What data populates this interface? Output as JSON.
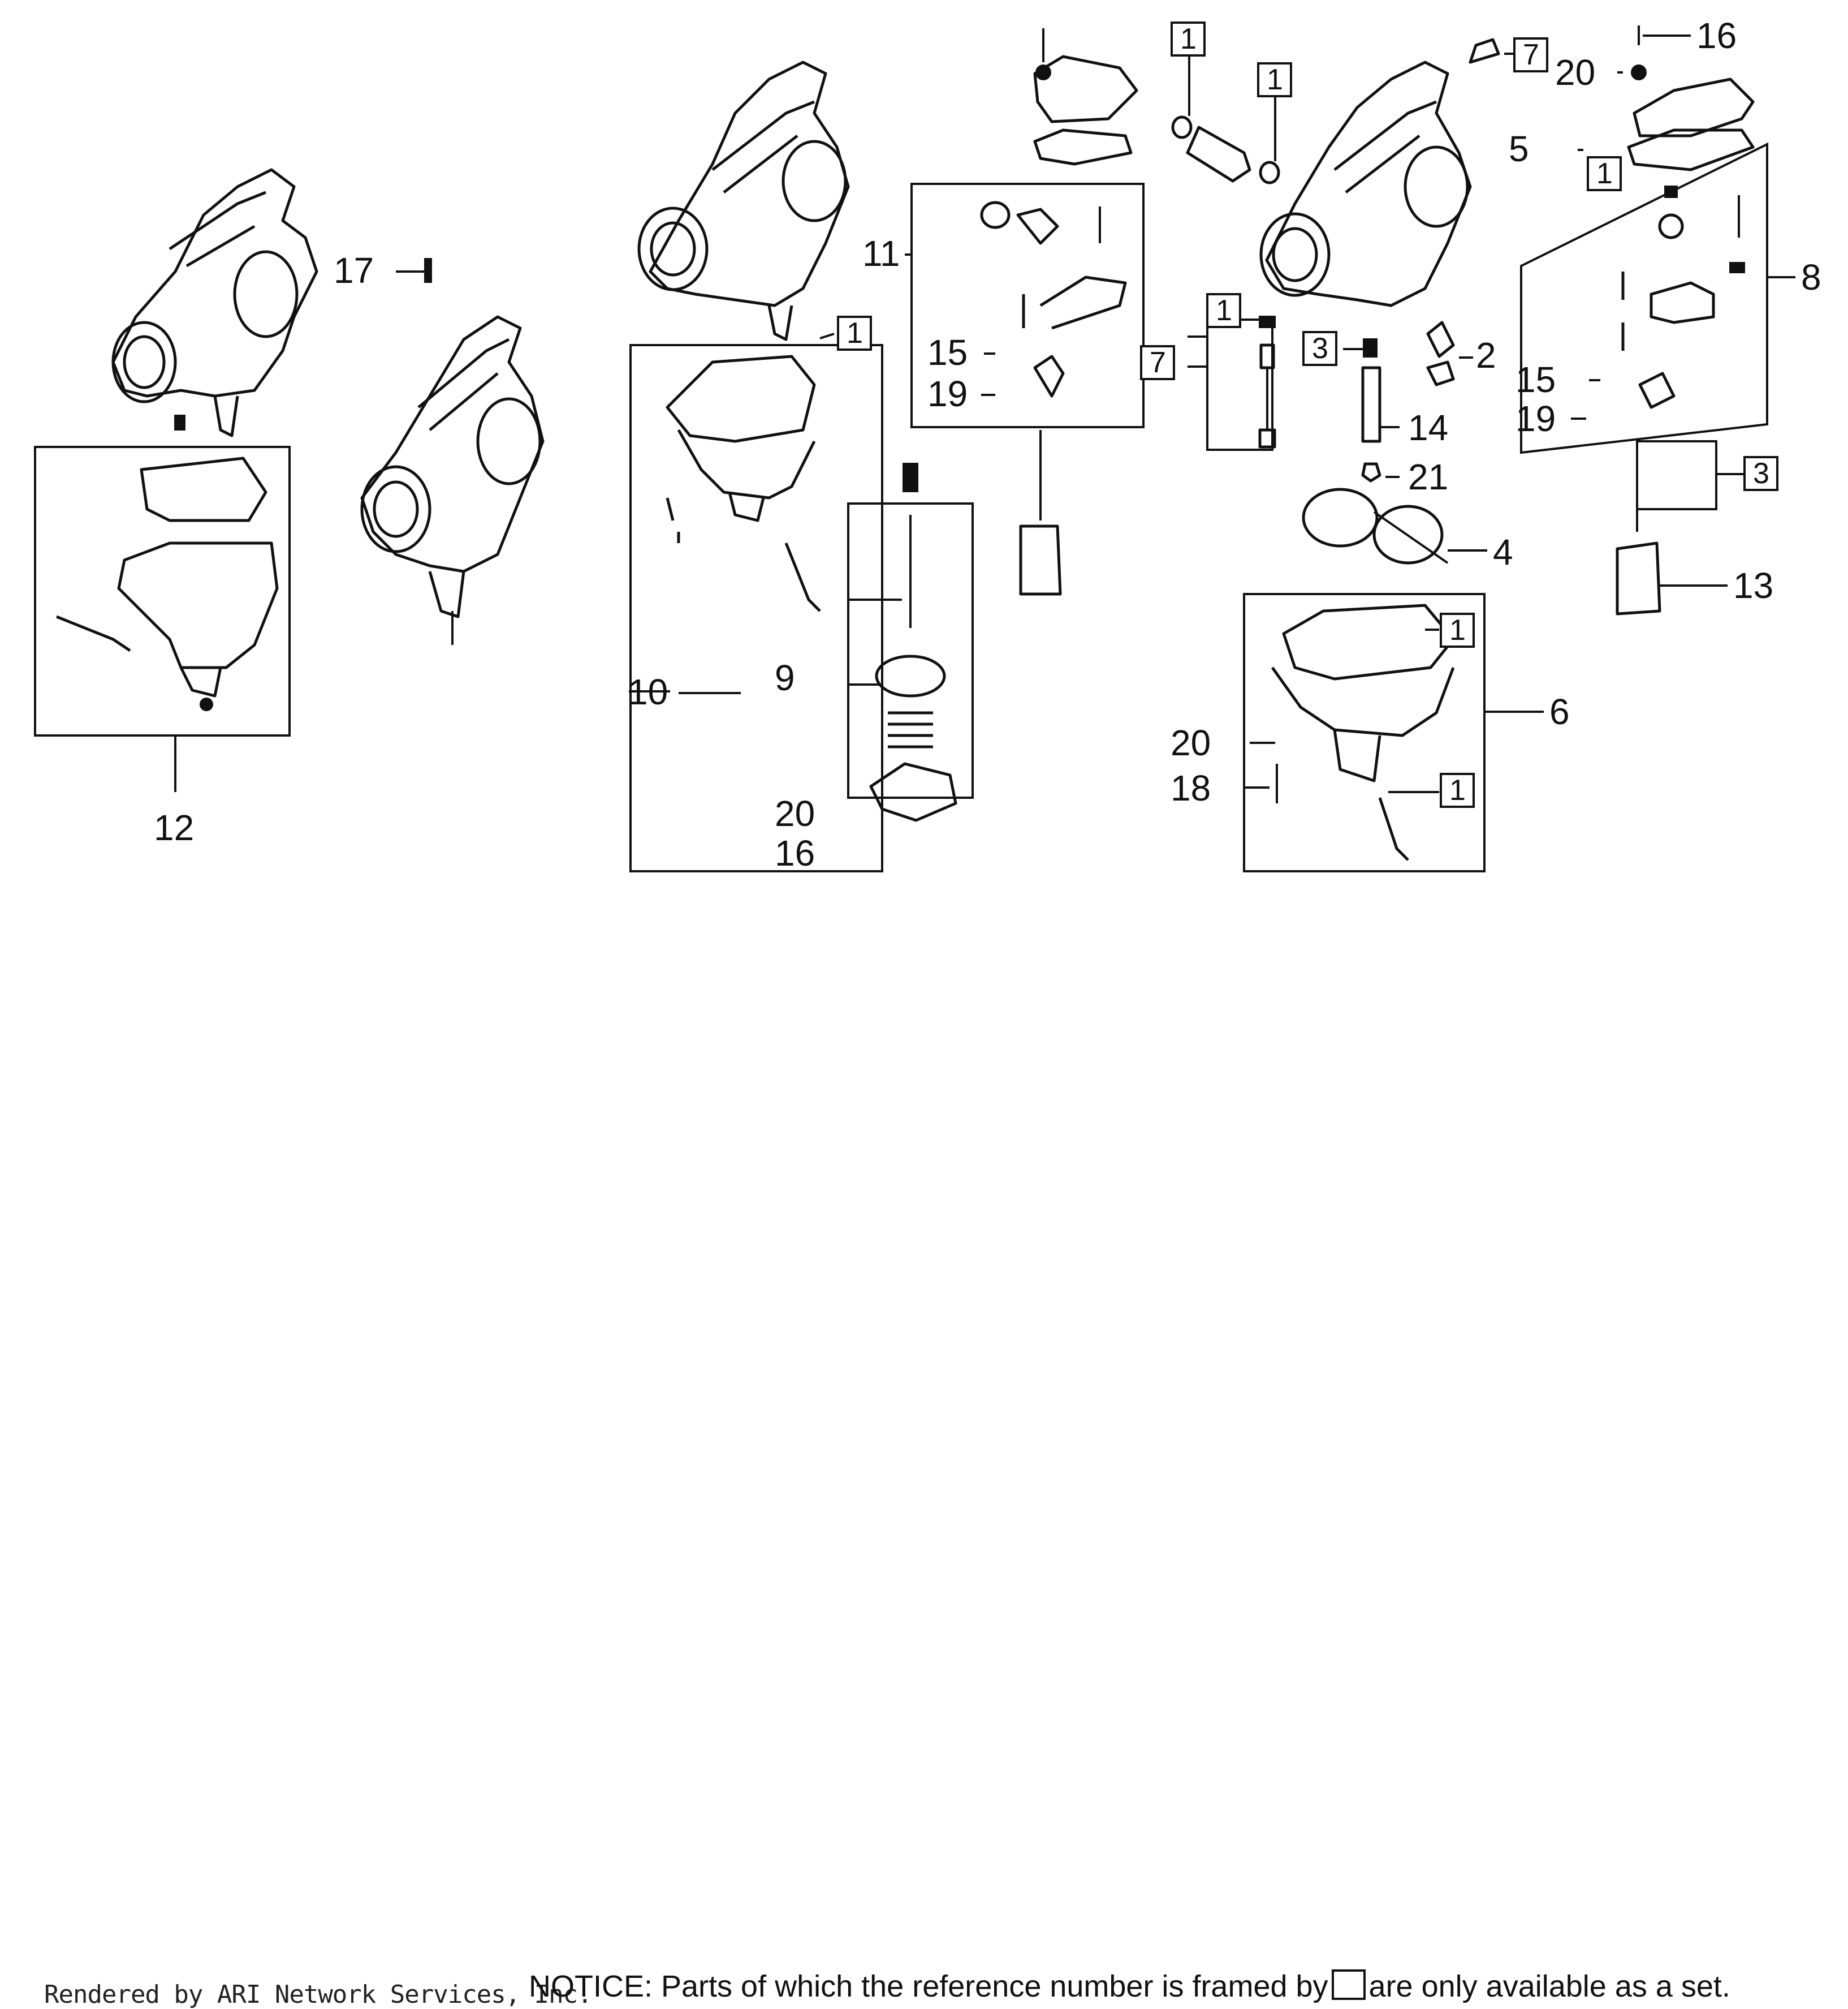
{
  "diagram": {
    "labels": {
      "l1a": "1",
      "l1b": "1",
      "l1c": "1",
      "l1d": "1",
      "l1e": "1",
      "l1f": "1",
      "l1g": "1",
      "l2": "2",
      "l3a": "3",
      "l3b": "3",
      "l4": "4",
      "l5": "5",
      "l6": "6",
      "l7a": "7",
      "l7b": "7",
      "l8": "8",
      "l9": "9",
      "l10": "10",
      "l11": "11",
      "l12": "12",
      "l13": "13",
      "l14": "14",
      "l15a": "15",
      "l15b": "15",
      "l16a": "16",
      "l16b": "16",
      "l17": "17",
      "l18": "18",
      "l19a": "19",
      "l19b": "19",
      "l20a": "20",
      "l20b": "20",
      "l20c": "20",
      "l21": "21"
    }
  },
  "footer": {
    "credit": "Rendered by ARI Network Services, Inc.",
    "notice_before": "NOTICE: Parts of which the reference number is framed by",
    "notice_after": "are only available as a set."
  }
}
